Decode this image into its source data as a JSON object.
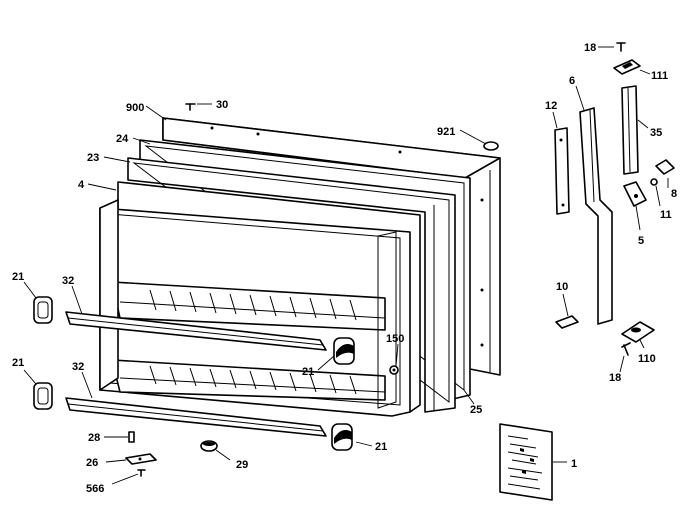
{
  "callouts": [
    {
      "id": "c-18a",
      "text": "18"
    },
    {
      "id": "c-111",
      "text": "111"
    },
    {
      "id": "c-6",
      "text": "6"
    },
    {
      "id": "c-12",
      "text": "12"
    },
    {
      "id": "c-35",
      "text": "35"
    },
    {
      "id": "c-8",
      "text": "8"
    },
    {
      "id": "c-11",
      "text": "11"
    },
    {
      "id": "c-5",
      "text": "5"
    },
    {
      "id": "c-10",
      "text": "10"
    },
    {
      "id": "c-110",
      "text": "110"
    },
    {
      "id": "c-18b",
      "text": "18"
    },
    {
      "id": "c-900",
      "text": "900"
    },
    {
      "id": "c-30",
      "text": "30"
    },
    {
      "id": "c-921",
      "text": "921"
    },
    {
      "id": "c-24",
      "text": "24"
    },
    {
      "id": "c-23",
      "text": "23"
    },
    {
      "id": "c-4",
      "text": "4"
    },
    {
      "id": "c-21a",
      "text": "21"
    },
    {
      "id": "c-32a",
      "text": "32"
    },
    {
      "id": "c-150",
      "text": "150"
    },
    {
      "id": "c-21b",
      "text": "21"
    },
    {
      "id": "c-21c",
      "text": "21"
    },
    {
      "id": "c-32b",
      "text": "32"
    },
    {
      "id": "c-25",
      "text": "25"
    },
    {
      "id": "c-28",
      "text": "28"
    },
    {
      "id": "c-29",
      "text": "29"
    },
    {
      "id": "c-21d",
      "text": "21"
    },
    {
      "id": "c-26",
      "text": "26"
    },
    {
      "id": "c-566",
      "text": "566"
    },
    {
      "id": "c-1",
      "text": "1"
    }
  ]
}
